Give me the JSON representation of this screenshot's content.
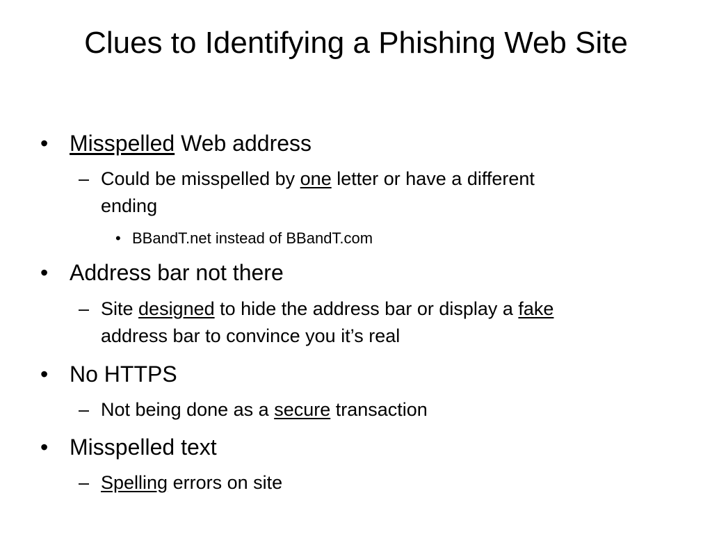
{
  "slide": {
    "title": "Clues to Identifying a Phishing Web Site",
    "bullet_glyph": "•",
    "dash_glyph": "–",
    "items": [
      {
        "level1": {
          "underlined": "Misspelled",
          "rest": " Web address"
        },
        "sub": [
          {
            "pre": "Could be misspelled by ",
            "underlined": "one",
            "post": " letter or have a different",
            "line2": "ending"
          }
        ],
        "subsub": "BBandT.net instead of BBandT.com"
      },
      {
        "level1": {
          "text": "Address bar not there"
        },
        "sub": [
          {
            "pre": "Site ",
            "underlined": "designed",
            "mid": " to hide the address bar or display a ",
            "underlined2": "fake",
            "line2": "address bar to convince you it’s real"
          }
        ]
      },
      {
        "level1": {
          "text": "No HTTPS"
        },
        "sub": [
          {
            "pre": "Not being done as a ",
            "underlined": "secure",
            "post": " transaction"
          }
        ]
      },
      {
        "level1": {
          "text": "Misspelled text"
        },
        "sub": [
          {
            "underlined": "Spelling",
            "post": " errors on site"
          }
        ]
      }
    ]
  }
}
